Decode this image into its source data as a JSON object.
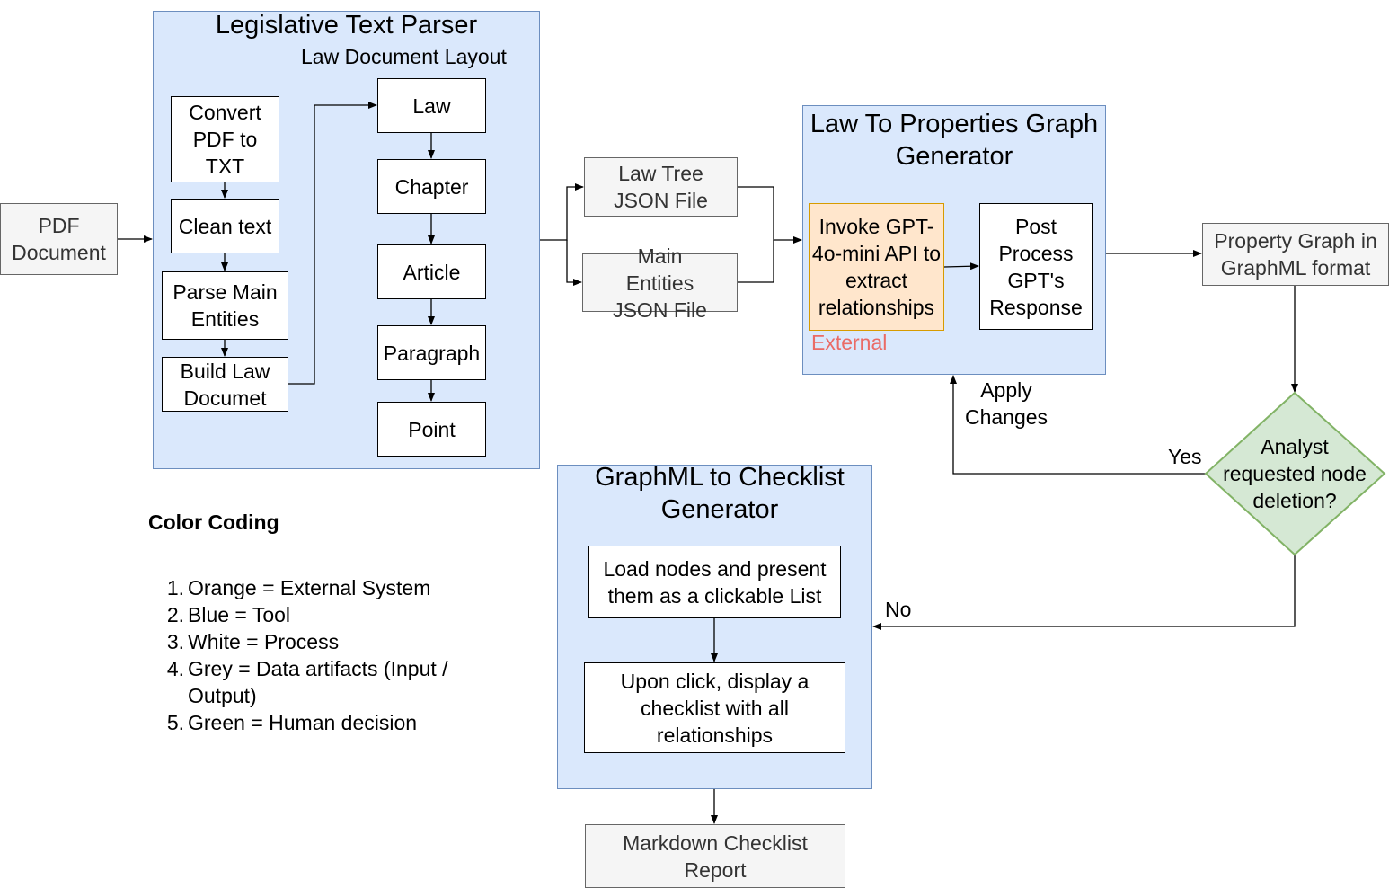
{
  "input": {
    "pdf_document": "PDF Document"
  },
  "parser": {
    "title": "Legislative Text Parser",
    "subtitle": "Law Document Layout",
    "steps": [
      "Convert PDF to TXT",
      "Clean text",
      "Parse Main Entities",
      "Build Law Documet"
    ],
    "layout": [
      "Law",
      "Chapter",
      "Article",
      "Paragraph",
      "Point"
    ]
  },
  "artifacts": {
    "law_tree": "Law Tree JSON File",
    "main_entities": "Main Entities JSON File",
    "property_graph": "Property Graph in GraphML format",
    "markdown_report": "Markdown Checklist Report"
  },
  "generator": {
    "title": "Law To Properties Graph Generator",
    "invoke": "Invoke GPT-4o-mini API to extract relationships",
    "external_label": "External",
    "post_process": "Post Process GPT's Response"
  },
  "decision": {
    "question": "Analyst requested node deletion?",
    "yes": "Yes",
    "no": "No",
    "apply_changes": "Apply Changes"
  },
  "checklist": {
    "title": "GraphML to Checklist Generator",
    "load": "Load nodes and present them as a clickable List",
    "display": "Upon click, display a checklist with all relationships"
  },
  "legend": {
    "title": "Color Coding",
    "items": [
      {
        "num": "1.",
        "text": "Orange = External System"
      },
      {
        "num": "2.",
        "text": "Blue = Tool"
      },
      {
        "num": "3.",
        "text": "White = Process"
      },
      {
        "num": "4.",
        "text": "Grey = Data artifacts (Input / Output)"
      },
      {
        "num": "5.",
        "text": "Green = Human decision"
      }
    ]
  },
  "colors": {
    "tool": "#dae8fc",
    "process": "#ffffff",
    "artifact": "#f5f5f5",
    "external": "#ffe6cc",
    "decision": "#d5e8d4",
    "external_text": "#ea6b66"
  }
}
